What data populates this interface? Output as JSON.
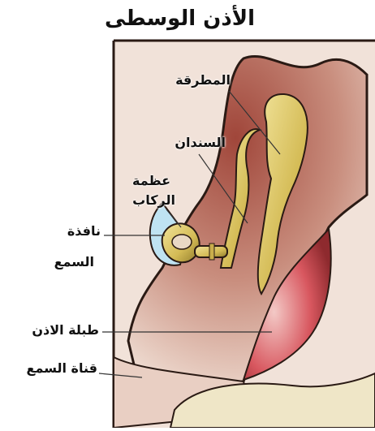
{
  "title": "الأذن الوسطى",
  "labels": {
    "malleus": "المطرقة",
    "incus": "السندان",
    "stapes_line1": "عظمة",
    "stapes_line2": "الركاب",
    "oval_window_line1": "نافذة",
    "oval_window_line2": "السمع",
    "eardrum": "طبلة الاذن",
    "ear_canal": "قناة السمع"
  },
  "colors": {
    "cavity": "#e8d2c8",
    "cavity_dark": "#6a2a1c",
    "bone": "#d9c25f",
    "eardrum": "#d9646a",
    "tissue": "#f2e0d6",
    "outline": "#2a1a14",
    "skin_blue": "#bfe3f2"
  }
}
